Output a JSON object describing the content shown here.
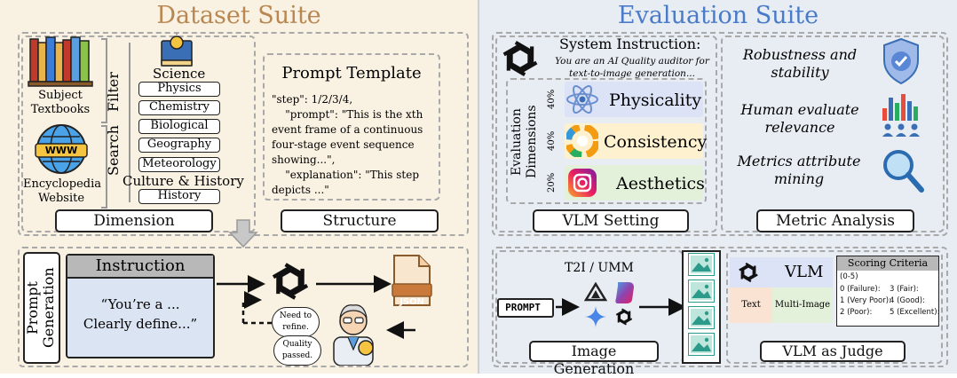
{
  "dataset_suite": {
    "title": "Dataset Suite",
    "subject_textbooks": "Subject\nTextbooks",
    "encyclopedia": "Encyclopedia\nWebsite",
    "filter": "Filter",
    "search": "Search",
    "science": "Science",
    "items": [
      "Physics",
      "Chemistry",
      "Biological",
      "Geography",
      "Meteorology"
    ],
    "culture": "Culture & History",
    "history": "History",
    "dimension": "Dimension",
    "prompt_template_title": "Prompt Template",
    "prompt_template_body": "\"step\": 1/2/3/4,\n    \"prompt\": \"This is the xth event frame of a continuous four-stage event sequence showing...\",\n    \"explanation\": \"This step depicts ...\"",
    "structure": "Structure",
    "prompt_generation": "Prompt\nGeneration",
    "instruction_title": "Instruction",
    "instruction_body": "“You’re a ...\nClearly define...”",
    "bubble_refine": "Need to\nrefine.",
    "bubble_passed": "Quality\npassed.",
    "json_label": "JSON",
    "www_label": "WWW"
  },
  "evaluation_suite": {
    "title": "Evaluation Suite",
    "system_instruction_title": "System Instruction:",
    "system_instruction_body": "You are an AI Quality auditor for\ntext-to-image generation...",
    "eval_dimensions": "Evaluation\nDimensions",
    "dimensions": [
      {
        "pct": "40%",
        "name": "Physicality"
      },
      {
        "pct": "40%",
        "name": "Consistency"
      },
      {
        "pct": "20%",
        "name": "Aesthetics"
      }
    ],
    "vlm_setting": "VLM Setting",
    "robustness": "Robustness and\nstability",
    "human_eval": "Human evaluate\nrelevance",
    "metrics": "Metrics attribute\nmining",
    "metric_analysis": "Metric Analysis",
    "t2i": "T2I / UMM",
    "prompt_label": "PROMPT",
    "image_generation": "Image Generation",
    "vlm": "VLM",
    "text": "Text",
    "multi_image": "Multi-Image",
    "scoring_title": "Scoring Criteria",
    "scoring_range": "(0-5)",
    "scores_left": [
      "0 (Failure):",
      "1 (Very Poor):",
      "2 (Poor):"
    ],
    "scores_right": [
      "3 (Fair):",
      "4 (Good):",
      "5 (Excellent):"
    ],
    "vlm_judge": "VLM as Judge"
  },
  "colors": {
    "dataset_title": "#b98752",
    "evaluation_title": "#4a7bc8",
    "physicality_bg": "#dde3f7",
    "consistency_bg": "#fdf1cf",
    "aesthetics_bg": "#e3f1da"
  },
  "icons": [
    "openai-logo-icon",
    "books-icon",
    "globe-www-icon",
    "science-book-icon",
    "json-file-icon",
    "scientist-icon",
    "atom-icon",
    "color-wheel-icon",
    "instagram-icon",
    "shield-check-icon",
    "bar-chart-people-icon",
    "magnifier-icon",
    "gemini-star-icon",
    "copilot-icon",
    "image-frame-icon"
  ]
}
